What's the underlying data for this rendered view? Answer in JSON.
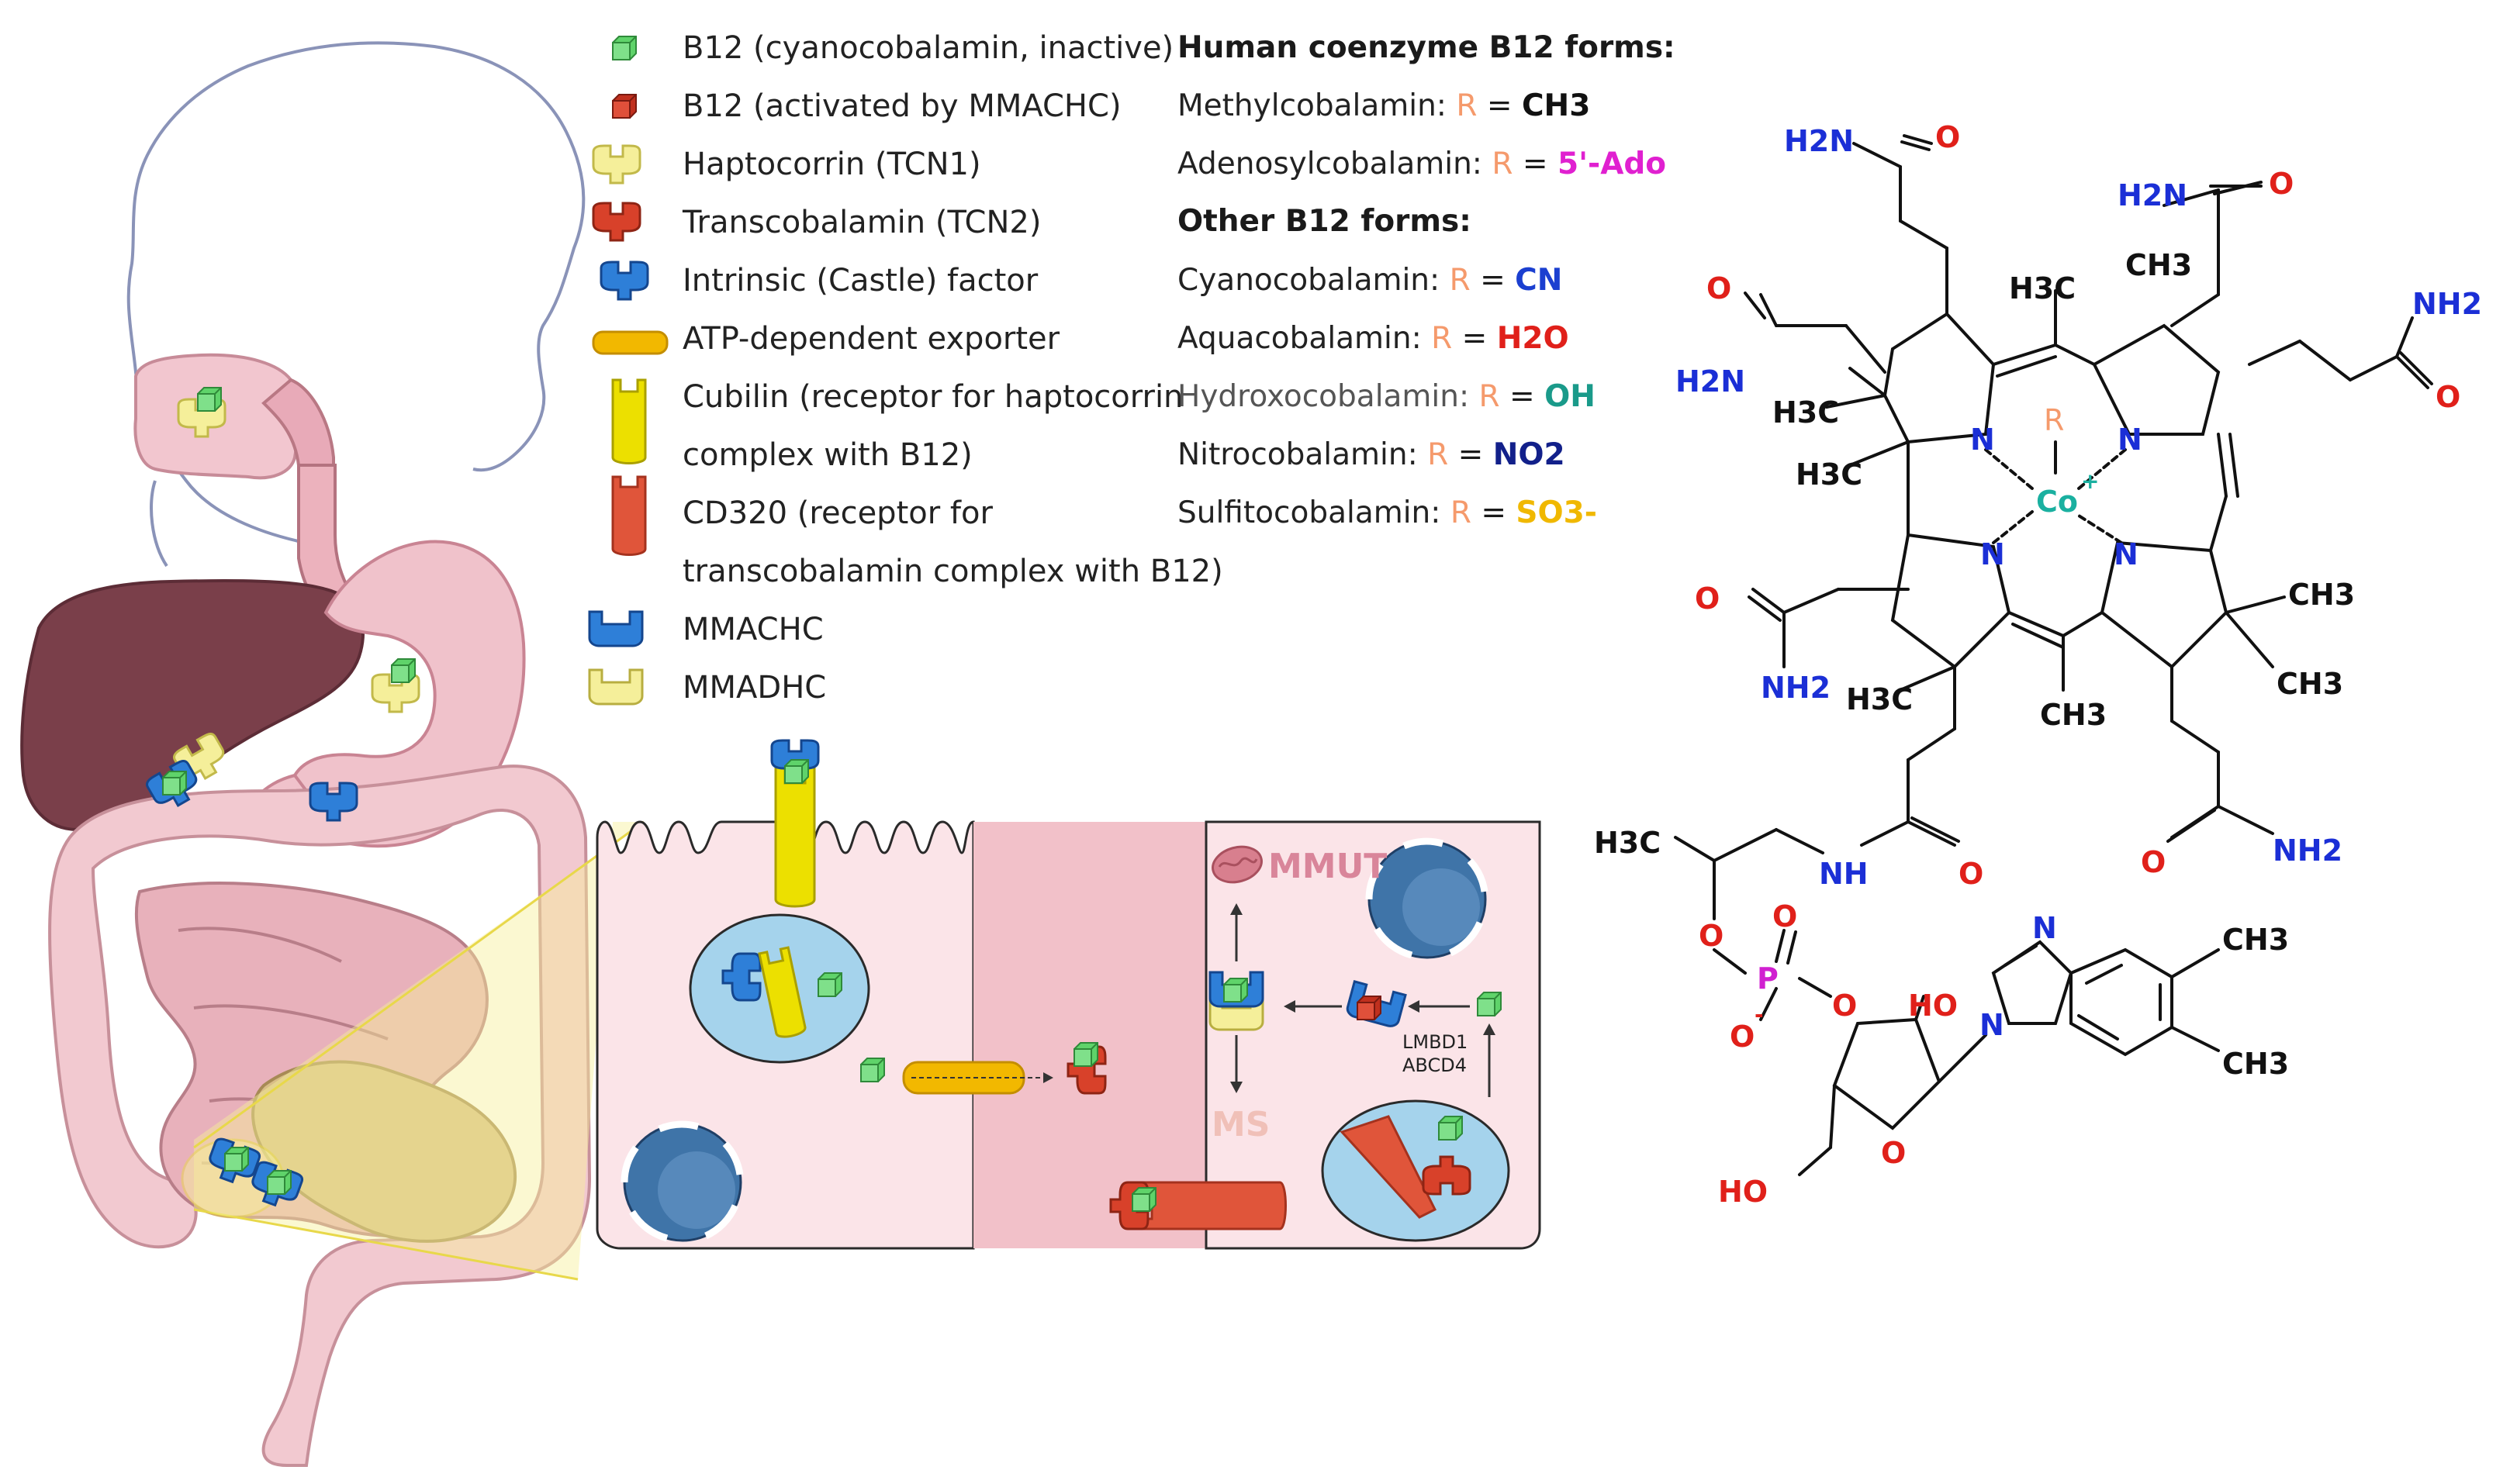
{
  "legend": {
    "b12_inactive": "B12 (cyanocobalamin, inactive)",
    "b12_active": "B12 (activated by MMACHC)",
    "haptocorrin": "Haptocorrin (TCN1)",
    "transcobalamin": "Transcobalamin (TCN2)",
    "intrinsic": "Intrinsic (Castle) factor",
    "exporter": "ATP-dependent exporter",
    "cubilin_1": "Cubilin (receptor for haptocorrin",
    "cubilin_2": "complex with B12)",
    "cd320_1": "CD320 (receptor for",
    "cd320_2": "transcobalamin complex with B12)",
    "mmachc": "MMACHC",
    "mmadhc": "MMADHC"
  },
  "forms": {
    "human_header": "Human coenzyme B12 forms:",
    "other_header": "Other B12 forms:",
    "items": [
      {
        "name": "Methylcobalamin: ",
        "r": "R",
        "eq": " = ",
        "value": "CH3",
        "name_color": "#222222",
        "value_color": "#111111"
      },
      {
        "name": "Adenosylcobalamin: ",
        "r": "R",
        "eq": " = ",
        "value": "5'-Ado",
        "name_color": "#222222",
        "value_color": "#e020d0"
      },
      {
        "name": "Cyanocobalamin: ",
        "r": "R",
        "eq": " = ",
        "value": "CN",
        "name_color": "#222222",
        "value_color": "#1b3fd0"
      },
      {
        "name": "Aquacobalamin: ",
        "r": "R",
        "eq": " = ",
        "value": "H2O",
        "name_color": "#222222",
        "value_color": "#e0201a"
      },
      {
        "name": "Hydroxocobalamin: ",
        "r": "R",
        "eq": " = ",
        "value": "OH",
        "name_color": "#555555",
        "value_color": "#1a9a8a"
      },
      {
        "name": "Nitrocobalamin: ",
        "r": "R",
        "eq": " = ",
        "value": "NO2",
        "name_color": "#222222",
        "value_color": "#12208a"
      },
      {
        "name": "Sulfitocobalamin: ",
        "r": "R",
        "eq": " = ",
        "value": "SO3-",
        "name_color": "#222222",
        "value_color": "#f0b800"
      }
    ]
  },
  "cell_labels": {
    "mmut": "MMUT",
    "ms": "MS",
    "lmbd1": "LMBD1",
    "abcd4": "ABCD4"
  },
  "structure": {
    "atoms": {
      "nh2_1": "H2N",
      "o_1": "O",
      "nh2_2": "H2N",
      "o_2": "O",
      "ch3_top": "CH3",
      "h3c_top": "H3C",
      "nh2_3": "NH2",
      "o_3": "O",
      "o_4": "O",
      "h2n_4": "H2N",
      "h3c_a": "H3C",
      "h3c_b": "H3C",
      "r": "R",
      "co": "Co",
      "co_charge": "+",
      "n1": "N",
      "n2": "N",
      "n3": "N",
      "n4": "N",
      "ch3_r1": "CH3",
      "ch3_r2": "CH3",
      "o_5": "O",
      "nh2_5": "NH2",
      "h3c_c": "H3C",
      "ch3_mid": "CH3",
      "h3c_chain": "H3C",
      "nh": "NH",
      "o_6": "O",
      "o_7": "O",
      "nh2_7": "NH2",
      "o_ester": "O",
      "p": "P",
      "o_p1": "O",
      "o_p2": "O",
      "o_p3": "O",
      "o_p_minus": "-",
      "n_imid1": "N",
      "n_imid2": "N",
      "ch3_bz1": "CH3",
      "ch3_bz2": "CH3",
      "ho_1": "HO",
      "ho_2": "HO",
      "o_ring": "O"
    }
  },
  "colors": {
    "green_cube": "#5fd36a",
    "red_cube": "#d8412a",
    "haptocorrin": "#f5ef9a",
    "transcobalamin": "#d8412a",
    "intrinsic": "#2e7fd8",
    "exporter": "#f2b800",
    "cubilin": "#ece000",
    "cd320": "#e0553a",
    "nitrogen": "#1b2fd6",
    "oxygen": "#e0201a",
    "phosphorus": "#d020d0",
    "cobalt": "#1ab0a0"
  }
}
